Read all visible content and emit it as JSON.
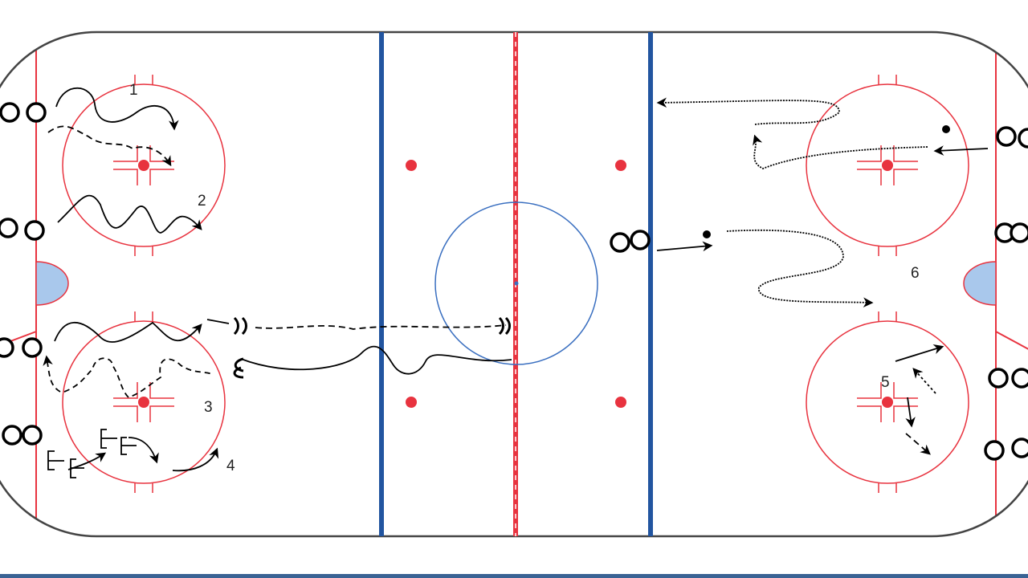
{
  "diagram": {
    "type": "hockey rink drill diagram",
    "drill_labels": [
      "1",
      "2",
      "3",
      "4",
      "5",
      "6"
    ],
    "colors": {
      "boards": "#444444",
      "red_lines": "#e8333f",
      "blue_lines": "#2255a0",
      "center_circle": "#3a6fc0",
      "crease": "#a9c8ec",
      "drill_ink": "#000000",
      "bottom_bar": "#3a6394"
    },
    "legend_icons": {
      "player": "circle",
      "skate_path": "solid-line",
      "puck_path": "dashed-line",
      "backward_skate": "wavy-line",
      "stop": "double-bar",
      "pass": "arrow",
      "puck": "dot",
      "pylon": "bracket"
    }
  }
}
